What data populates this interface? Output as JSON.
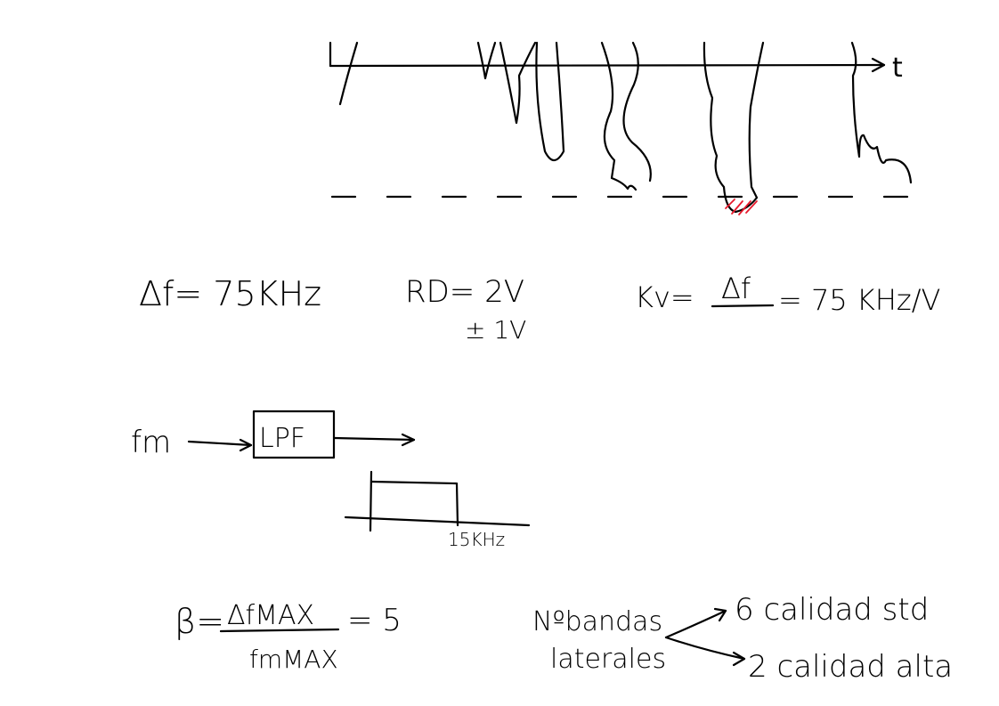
{
  "colors": {
    "ink": "#000000",
    "highlight": "#e8192c",
    "paper": "#ffffff"
  },
  "waveform": {
    "axis_label": "t"
  },
  "fm_params": {
    "delta_f": "Δf= 75KHz",
    "rd": "RD= 2V",
    "rd_tol": "± 1V",
    "kv_lhs": "Kv=",
    "kv_num": "Δf",
    "kv_rhs": "= 75 KHz/V"
  },
  "lpf": {
    "input": "fm",
    "block": "LPF",
    "cutoff": "15KHz"
  },
  "beta": {
    "lhs": "β=",
    "num": "ΔfMAX",
    "den": "fmMAX",
    "rhs": "= 5"
  },
  "bands": {
    "label_line1": "Nºbandas",
    "label_line2": "laterales",
    "std": "6  calidad std",
    "hifi": "2  calidad alta"
  }
}
